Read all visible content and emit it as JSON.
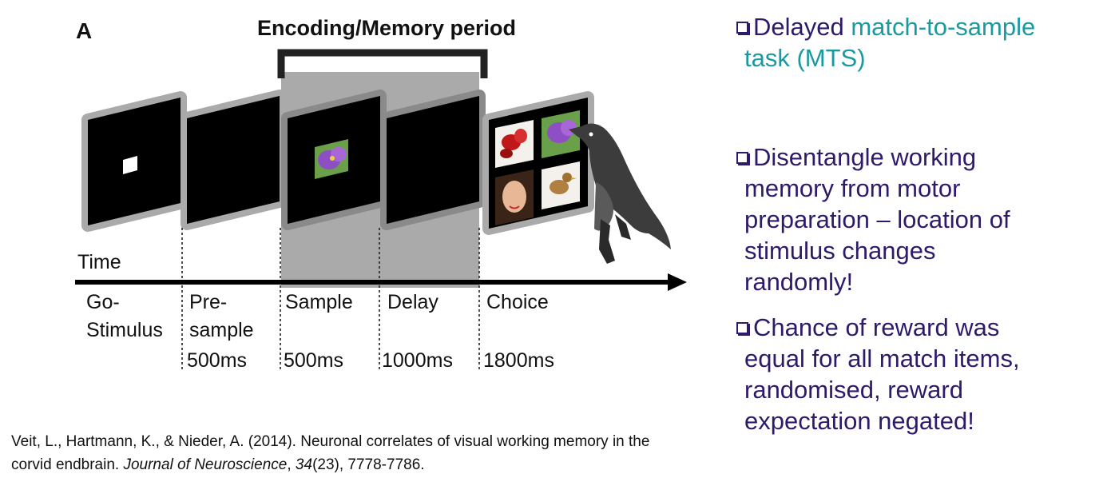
{
  "figure": {
    "panel_letter": "A",
    "period_label": "Encoding/Memory period",
    "time_label": "Time",
    "phases": [
      {
        "name_lines": [
          "Go-",
          "Stimulus"
        ],
        "duration": ""
      },
      {
        "name_lines": [
          "Pre-",
          "sample"
        ],
        "duration": "500ms"
      },
      {
        "name_lines": [
          "Sample"
        ],
        "duration": "500ms"
      },
      {
        "name_lines": [
          "Delay"
        ],
        "duration": "1000ms"
      },
      {
        "name_lines": [
          "Choice"
        ],
        "duration": "1800ms"
      }
    ]
  },
  "bullets": {
    "b1_prefix": "Delayed ",
    "b1_highlight_line1": "match-to-sample",
    "b1_highlight_line2": "task (MTS)",
    "b2_lines": [
      "Disentangle working",
      "memory from motor",
      "preparation – location of",
      "stimulus changes",
      "randomly!"
    ],
    "b3_lines": [
      "Chance of reward was",
      "equal for all match items,",
      "randomised, reward",
      "expectation negated!"
    ]
  },
  "citation": {
    "part1": "Veit, L., Hartmann, K., & Nieder, A. (2014). Neuronal correlates of visual working memory in the",
    "part2": "corvid endbrain. ",
    "journal": "Journal of Neuroscience",
    "sep": ", ",
    "volume": "34",
    "rest": "(23), 7778-7786."
  },
  "colors": {
    "bullet_text": "#2e1a6b",
    "highlight": "#1a9aa0",
    "period_shade": "#aaaaaa",
    "screen": "#000000"
  }
}
